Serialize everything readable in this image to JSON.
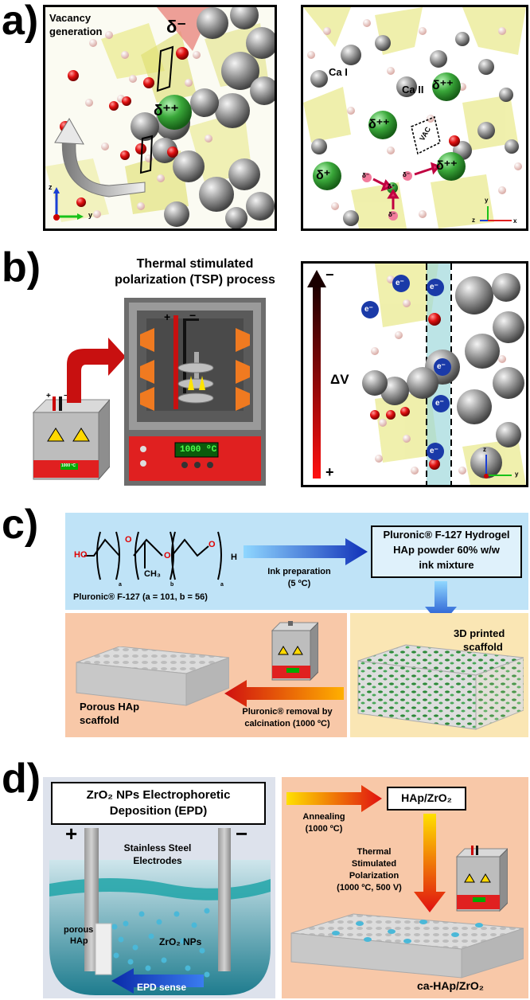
{
  "panels": {
    "a": {
      "label": "a)",
      "left": {
        "title_line1": "Vacancy",
        "title_line2": "generation",
        "charge_minus": "δ⁻",
        "charge_plusplus": "δ⁺⁺",
        "axis_z": "z",
        "axis_y": "y"
      },
      "right": {
        "ca1": "Ca I",
        "ca2": "Ca II",
        "charge_pp_a": "δ⁺⁺",
        "charge_pp_b": "δ⁺⁺",
        "charge_pp_c": "δ⁺⁺",
        "charge_plus": "δ⁺",
        "small_minus_1": "δ⁻",
        "small_minus_2": "δ⁻",
        "small_minus_3": "δ⁻",
        "small_plus": "δ⁺",
        "vac": "VAC",
        "axis_y": "y",
        "axis_x": "x",
        "axis_z": "z"
      }
    },
    "b": {
      "label": "b)",
      "title_line1": "Thermal stimulated",
      "title_line2": "polarization (TSP) process",
      "furnace_small_display": "1000 ºC",
      "furnace_display": "1000 ºC",
      "plus_sign": "+",
      "minus_sign": "−",
      "right": {
        "minus": "−",
        "plus": "+",
        "delta_v": "ΔV",
        "electron": "e⁻",
        "axis_z": "z",
        "axis_y": "y"
      }
    },
    "c": {
      "label": "c)",
      "polymer_caption": "Pluronic® F-127 (a = 101, b = 56)",
      "chem": {
        "ho": "HO",
        "o": "O",
        "h": "H",
        "ch3": "CH₃",
        "a": "a",
        "b": "b"
      },
      "ink_prep_line1": "Ink preparation",
      "ink_prep_line2": "(5 ºC)",
      "hydrogel_line1": "Pluronic® F-127 Hydrogel",
      "hydrogel_line2": "HAp powder 60% w/w",
      "hydrogel_line3": "ink mixture",
      "printed_line1": "3D printed",
      "printed_line2": "scaffold",
      "porous_line1": "Porous HAp",
      "porous_line2": "scaffold",
      "removal_line1": "Pluronic® removal by",
      "removal_line2": "calcination (1000 ºC)"
    },
    "d": {
      "label": "d)",
      "epd_line1": "ZrO₂ NPs Electrophoretic",
      "epd_line2": "Deposition (EPD)",
      "plus": "+",
      "minus": "−",
      "electrodes_line1": "Stainless Steel",
      "electrodes_line2": "Electrodes",
      "porous_line1": "porous",
      "porous_line2": "HAp",
      "nps": "ZrO₂ NPs",
      "sense": "EPD sense",
      "annealing_line1": "Annealing",
      "annealing_line2": "(1000 ºC)",
      "hap_zro2": "HAp/ZrO₂",
      "tsp_line1": "Thermal",
      "tsp_line2": "Stimulated",
      "tsp_line3": "Polarization",
      "tsp_line4": "(1000 ºC, 500 V)",
      "final": "ca-HAp/ZrO₂"
    }
  }
}
